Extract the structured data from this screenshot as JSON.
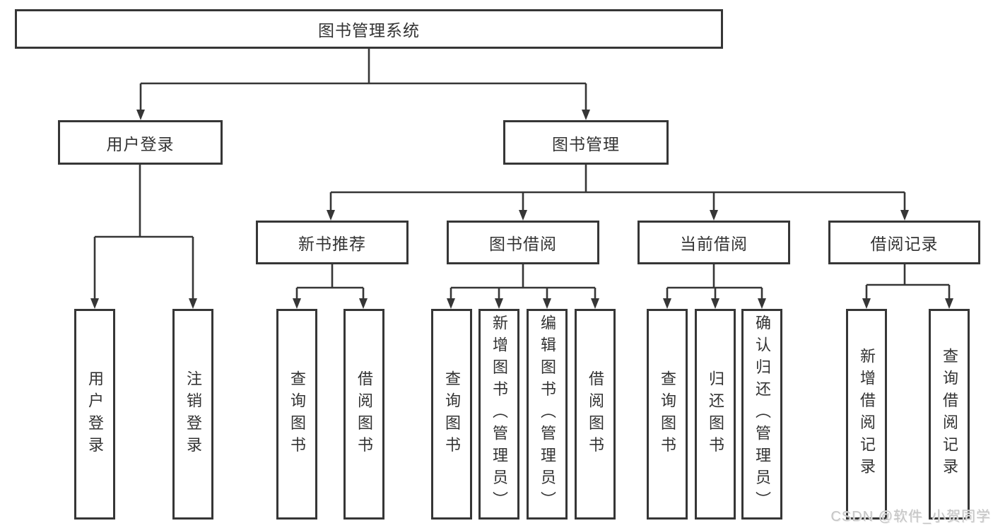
{
  "tree": {
    "root": {
      "label": "图书管理系统"
    },
    "children": [
      {
        "label": "用户登录",
        "children": [
          {
            "label": "用户登录"
          },
          {
            "label": "注销登录"
          }
        ]
      },
      {
        "label": "图书管理",
        "children": [
          {
            "label": "新书推荐",
            "children": [
              {
                "label": "查询图书"
              },
              {
                "label": "借阅图书"
              }
            ]
          },
          {
            "label": "图书借阅",
            "children": [
              {
                "label": "查询图书"
              },
              {
                "label": "新增图书（管理员）"
              },
              {
                "label": "编辑图书（管理员）"
              },
              {
                "label": "借阅图书"
              }
            ]
          },
          {
            "label": "当前借阅",
            "children": [
              {
                "label": "查询图书"
              },
              {
                "label": "归还图书"
              },
              {
                "label": "确认归还（管理员）"
              }
            ]
          },
          {
            "label": "借阅记录",
            "children": [
              {
                "label": "新增借阅记录"
              },
              {
                "label": "查询借阅记录"
              }
            ]
          }
        ]
      }
    ]
  },
  "watermark": {
    "text": "CSDN @软件_小贺同学"
  },
  "colors": {
    "line": "#363636",
    "text": "#333333",
    "background": "#ffffff",
    "watermark": "#c5c5c5"
  }
}
